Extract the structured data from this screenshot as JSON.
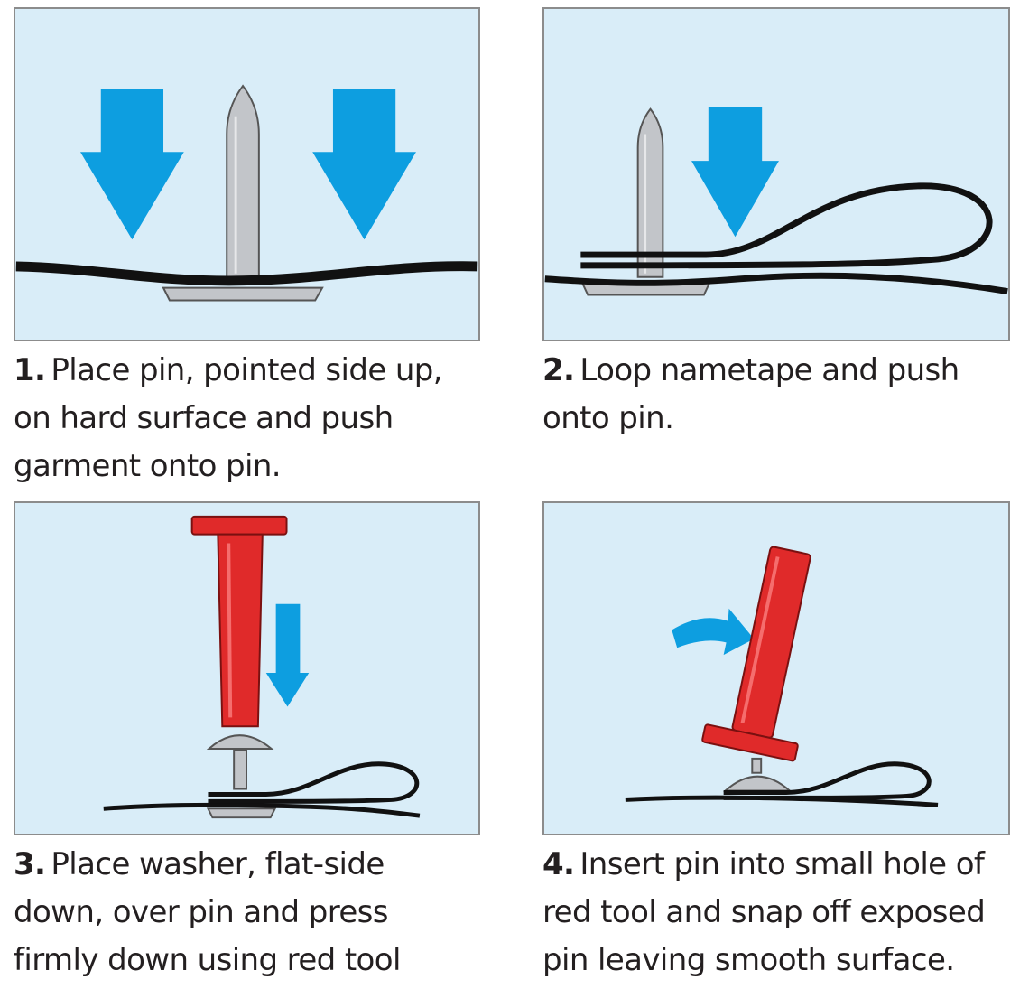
{
  "colors": {
    "panel_bg": "#d9edf8",
    "panel_border": "#8c8c8c",
    "arrow_blue": "#0d9ee0",
    "tool_red": "#e02a2a",
    "metal_gray": "#c2c5c9",
    "tape_black": "#111111"
  },
  "icons": [
    "down-arrow-icon",
    "pin-icon",
    "red-tool-icon",
    "washer-icon",
    "curved-arrow-icon",
    "nametape-icon"
  ],
  "steps": [
    {
      "number": "1.",
      "lines": [
        "Place pin, pointed side up,",
        "on hard surface and push",
        "garment onto pin."
      ]
    },
    {
      "number": "2.",
      "lines": [
        "Loop nametape and push",
        "onto pin."
      ]
    },
    {
      "number": "3.",
      "lines": [
        "Place washer, flat-side",
        "down, over pin and press",
        "firmly down using red tool"
      ]
    },
    {
      "number": "4.",
      "lines": [
        "Insert pin into small hole of",
        "red tool and snap off exposed",
        "pin leaving smooth surface."
      ]
    }
  ]
}
